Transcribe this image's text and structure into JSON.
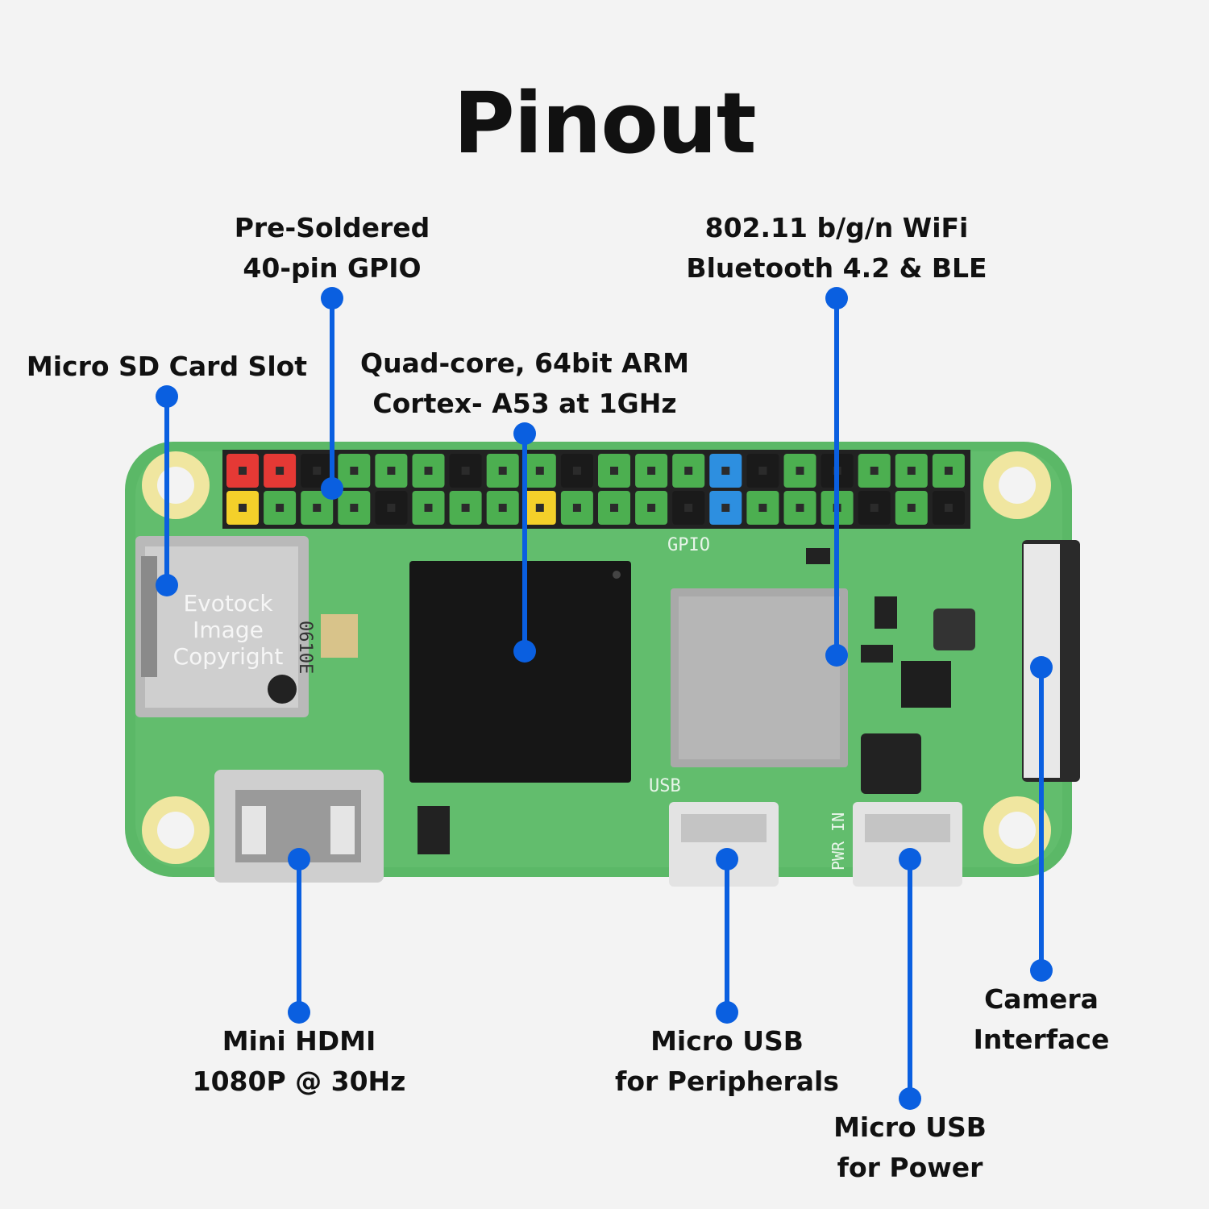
{
  "title": "Pinout",
  "board": {
    "gpio_silkscreen": "GPIO",
    "usb_silkscreen": "USB",
    "pwr_silkscreen": "PWR IN",
    "sd_marking": "0610E",
    "watermark": [
      "Evotock",
      "Image",
      "Copyright"
    ]
  },
  "labels": {
    "gpio": [
      "Pre-Soldered",
      "40-pin GPIO"
    ],
    "wifi": [
      "802.11 b/g/n WiFi",
      "Bluetooth 4.2 & BLE"
    ],
    "sd": [
      "Micro SD Card Slot"
    ],
    "cpu": [
      "Quad-core, 64bit ARM",
      "Cortex- A53 at 1GHz"
    ],
    "hdmi": [
      "Mini HDMI",
      "1080P @ 30Hz"
    ],
    "usb_periph": [
      "Micro USB",
      "for Peripherals"
    ],
    "camera": [
      "Camera",
      "Interface"
    ],
    "usb_power": [
      "Micro USB",
      "for Power"
    ]
  },
  "colors": {
    "pointer": "#0a5fe0",
    "board": "#5bb867",
    "pin_green": "#4caf50",
    "pin_black": "#1a1a1a",
    "pin_red": "#e53935",
    "pin_yellow": "#f4d02a",
    "pin_blue": "#2d8fe0"
  }
}
